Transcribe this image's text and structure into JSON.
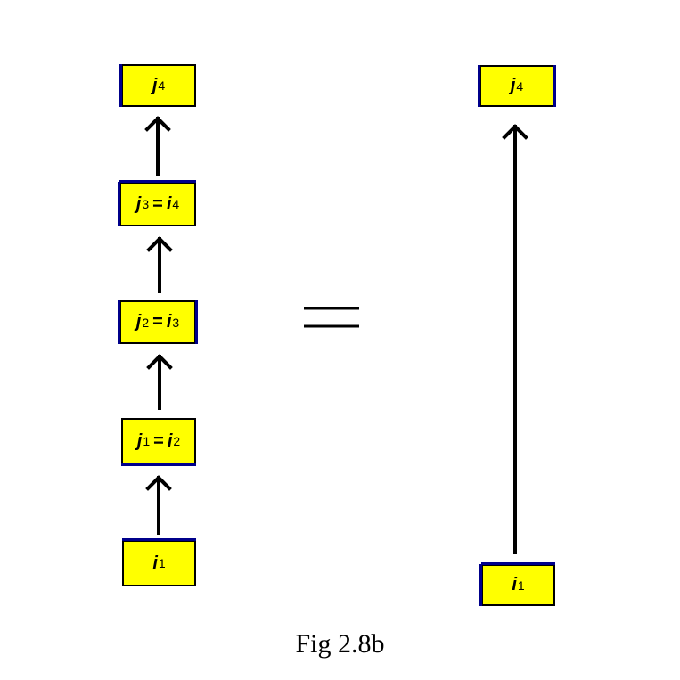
{
  "left_chain": {
    "box_j4": {
      "v": "j",
      "sub": "4"
    },
    "box_j3_i4": {
      "a": "j",
      "a_sub": "3",
      "eq": "=",
      "b": "i",
      "b_sub": "4"
    },
    "box_j2_i3": {
      "a": "j",
      "a_sub": "2",
      "eq": "=",
      "b": "i",
      "b_sub": "3"
    },
    "box_j1_i2": {
      "a": "j",
      "a_sub": "1",
      "eq": "=",
      "b": "i",
      "b_sub": "2"
    },
    "box_i1": {
      "v": "i",
      "sub": "1"
    }
  },
  "right_chain": {
    "box_j4": {
      "v": "j",
      "sub": "4"
    },
    "box_i1": {
      "v": "i",
      "sub": "1"
    }
  },
  "caption": "Fig 2.8b",
  "colors": {
    "box_fill": "#ffff00",
    "box_border": "#000000",
    "box_edge": "#00008b",
    "arrow": "#000000"
  }
}
